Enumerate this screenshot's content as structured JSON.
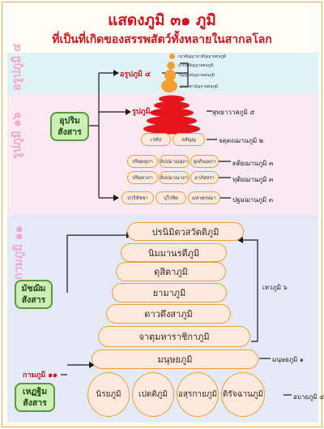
{
  "title": "แสดงภูมิ ๓๑ ภูมิ",
  "subtitle": "ที่เป็นที่เกิดของสรรพสัตว์ทั้งหลายในสากลโลก",
  "sections": {
    "arupa": "อรูปภูมิ ๔",
    "rupa": "รูปภูมิ ๑๖",
    "kama": "กามภูมิ ๑๑"
  },
  "arupa": {
    "label": "อรูปภูมิ ๔",
    "items": [
      "เนวสัญญานาสัญญายตนภูมิ",
      "อากิญจัญญายตนภูมิ",
      "วิญญาณัญจายตนภูมิ",
      "อากาสานัญจายตนภูมิ"
    ]
  },
  "rupa": {
    "label": "รูปภูมิ ๑๖",
    "green": [
      "อุปริม",
      "สังสาร"
    ],
    "suddhavasa": "สุทธาวาสภูมิ ๕",
    "chatuttha": "จตุตถฌานภูมิ ๒",
    "chatuttha_items": [
      "เวหัป",
      "อสัญญ"
    ],
    "tatiya": "ตติยฌานภูมิ ๓",
    "tatiya_items": [
      "ปริตตสุภา",
      "อัปปมาณสุภา",
      "สุภกิณหภา"
    ],
    "dutiya": "ทุติยฌานภูมิ ๓",
    "dutiya_items": [
      "ปริตตาภา",
      "อัปปมาณาภา",
      "อาภัสสรา"
    ],
    "pathama": "ปฐมฌานภูมิ ๓",
    "pathama_items": [
      "ปาริสัชชา",
      "ปุโรหิต",
      "มหาพรหมา"
    ]
  },
  "kama": {
    "label": "กามภูมิ ๑๑",
    "heavens": [
      "ปรนิมิตวสวัตติภูมิ",
      "นิมมานรตีภูมิ",
      "ดุสิตาภูมิ",
      "ยามาภูมิ",
      "ดาวดึงสาภูมิ",
      "จาตุมหาราชิกาภูมิ"
    ],
    "human": "มนุษยภูมิ",
    "deva_label": "เทวภูมิ ๖",
    "human_label": "มนุษยภูมิ ๑",
    "apaya_label": "อบายภูมิ ๔",
    "kama_small": "กามภูมิ ๑๑",
    "middle_green": [
      "มัชฌิม",
      "สังสาร"
    ],
    "lower_green": [
      "เหฏฐิม",
      "สังสาร"
    ],
    "apaya": [
      "นิรยภูมิ",
      "เปตติภูมิ",
      "อสุรกายภูมิ",
      "ดิรัจฉานภูมิ"
    ]
  }
}
